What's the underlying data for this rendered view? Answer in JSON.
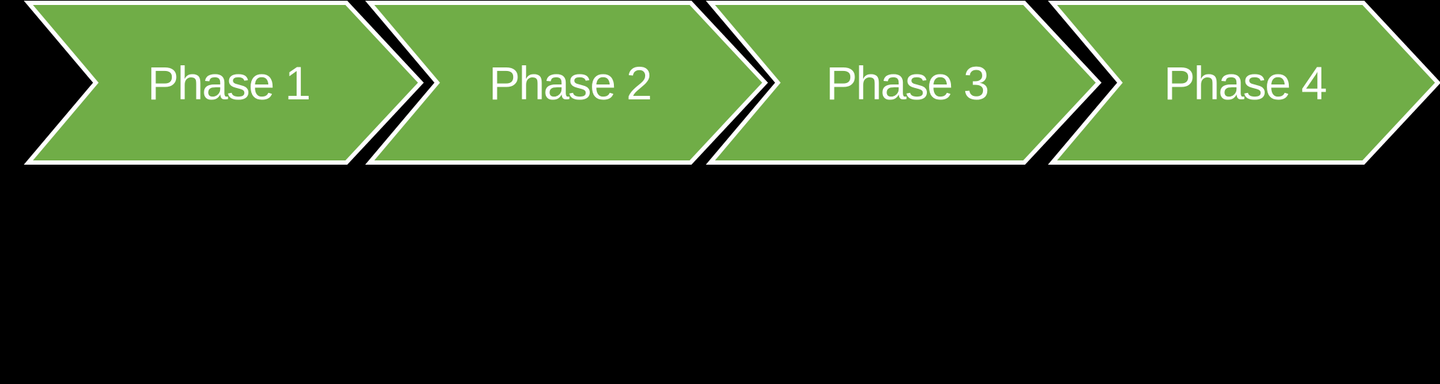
{
  "canvas": {
    "background_color": "#000000"
  },
  "diagram": {
    "type": "chevron-process",
    "shape_fill": "#70AD47",
    "shape_border": "#FFFFFF",
    "text_color": "#FFFFFF",
    "phases": [
      {
        "label": "Phase 1"
      },
      {
        "label": "Phase 2"
      },
      {
        "label": "Phase 3"
      },
      {
        "label": "Phase 4"
      }
    ]
  }
}
